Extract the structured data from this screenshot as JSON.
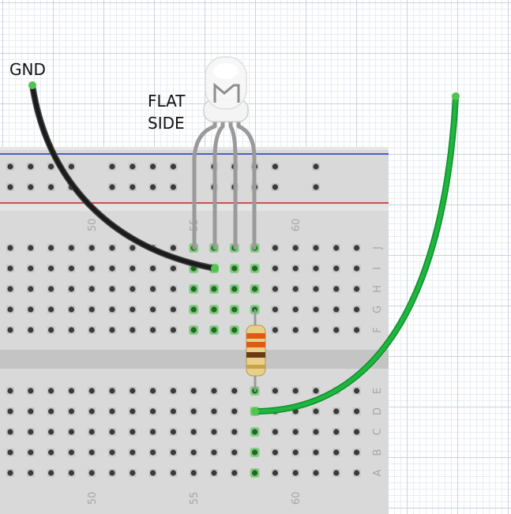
{
  "labels": {
    "gnd": "GND",
    "flat_side_line1": "FLAT",
    "flat_side_line2": "SIDE"
  },
  "breadboard": {
    "column_numbers_top": [
      "50",
      "55",
      "60"
    ],
    "column_numbers_bottom": [
      "50",
      "55",
      "60"
    ],
    "row_letters_top": [
      "J",
      "I",
      "H",
      "G",
      "F"
    ],
    "row_letters_bottom": [
      "E",
      "D",
      "C",
      "B",
      "A"
    ],
    "rail_top_line_color": "#2233cc",
    "rail_bottom_line_color": "#cc2222",
    "highlight_color": "#4fc44f"
  },
  "components": {
    "led": "rgb-led-common-cathode",
    "resistor_bands": [
      "#e25a12",
      "#e25a12",
      "#6b3a12",
      "#c9a34a"
    ],
    "wire_gnd_color": "#1b1b1b",
    "wire_signal_color": "#1fb53e"
  }
}
